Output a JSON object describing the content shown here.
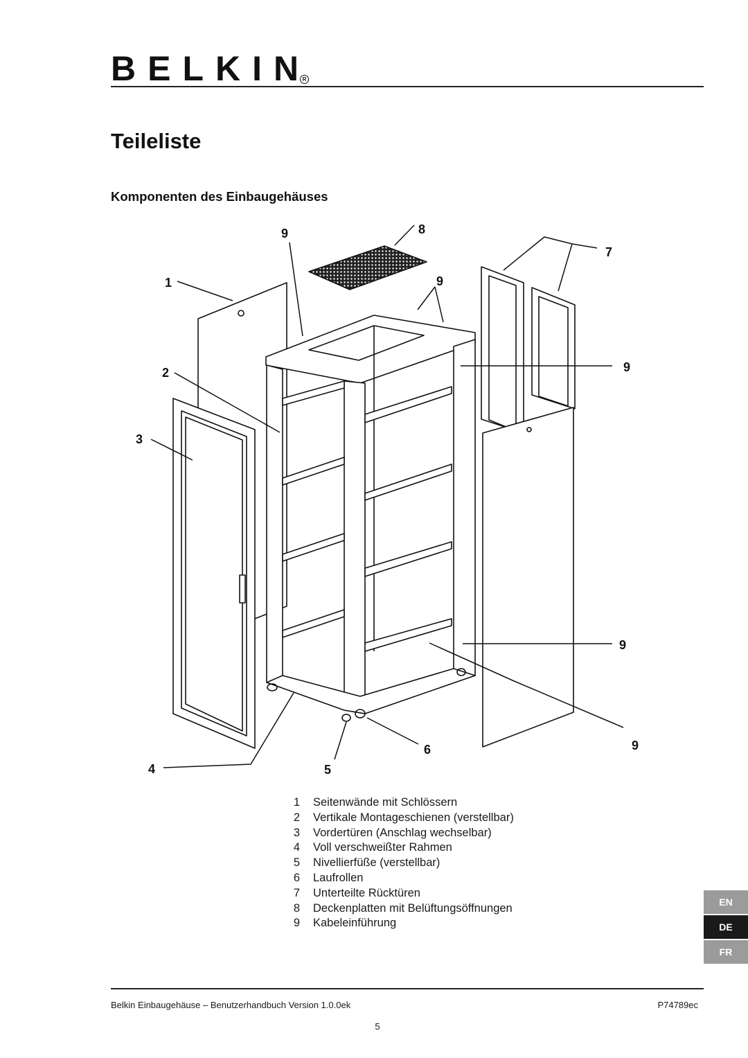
{
  "brand": {
    "logo": "BELKIN",
    "registered": "R"
  },
  "title": "Teileliste",
  "subtitle": "Komponenten des Einbaugehäuses",
  "callouts": [
    "1",
    "2",
    "3",
    "4",
    "5",
    "6",
    "7",
    "8",
    "9"
  ],
  "parts": [
    {
      "num": "1",
      "label": "Seitenwände mit Schlössern"
    },
    {
      "num": "2",
      "label": "Vertikale Montageschienen (verstellbar)"
    },
    {
      "num": "3",
      "label": "Vordertüren (Anschlag wechselbar)"
    },
    {
      "num": "4",
      "label": "Voll verschweißter Rahmen"
    },
    {
      "num": "5",
      "label": "Nivellierfüße (verstellbar)"
    },
    {
      "num": "6",
      "label": "Laufrollen"
    },
    {
      "num": "7",
      "label": "Unterteilte Rücktüren"
    },
    {
      "num": "8",
      "label": "Deckenplatten mit Belüftungsöffnungen"
    },
    {
      "num": "9",
      "label": "Kabeleinführung"
    }
  ],
  "language_tabs": [
    {
      "label": "EN",
      "active": false,
      "color": "#9b9b9b"
    },
    {
      "label": "DE",
      "active": true,
      "color": "#1a1a1a"
    },
    {
      "label": "FR",
      "active": false,
      "color": "#9b9b9b"
    }
  ],
  "footer": {
    "left": "Belkin Einbaugehäuse – Benutzerhandbuch Version 1.0.0ek",
    "right": "P74789ec",
    "page_number": "5"
  }
}
